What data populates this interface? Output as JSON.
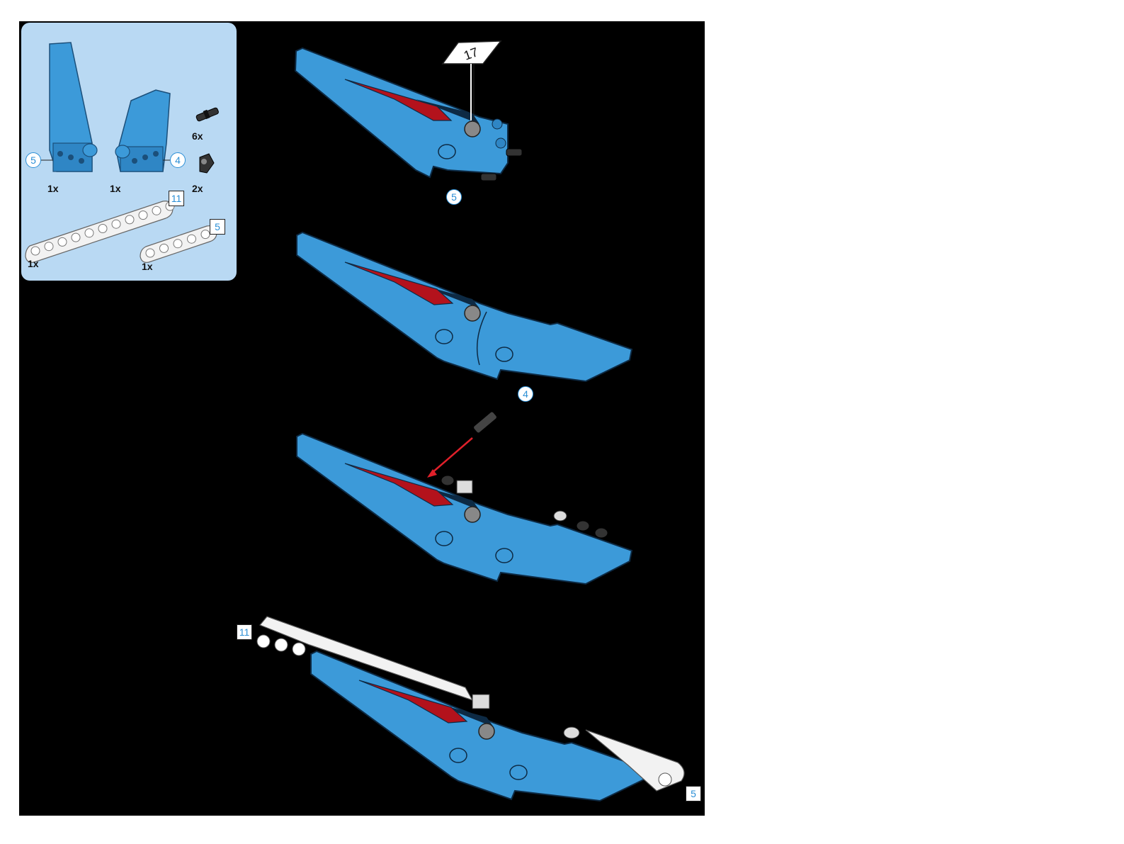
{
  "colors": {
    "page_background": "#000000",
    "parts_box": "#b9d9f3",
    "panel_blue": "#3c9ad9",
    "panel_red": "#b3121c",
    "beam_white": "#f2f2f2",
    "label_blue": "#2b8fd6",
    "arrow_red": "#e0202a"
  },
  "parts_list": {
    "items": [
      {
        "name": "panel-left",
        "size_label": "5",
        "qty": "1x"
      },
      {
        "name": "panel-right",
        "size_label": "4",
        "qty": "1x"
      },
      {
        "name": "pin-black",
        "qty": "6x"
      },
      {
        "name": "angle-connector",
        "qty": "2x"
      },
      {
        "name": "beam-long",
        "size_label": "11",
        "qty": "1x"
      },
      {
        "name": "beam-short",
        "size_label": "5",
        "qty": "1x"
      }
    ]
  },
  "steps": {
    "step1": {
      "callout_number": "17",
      "part_label": "5"
    },
    "step2": {
      "part_label": "4"
    },
    "step4": {
      "beam_label_left": "11",
      "beam_label_right": "5"
    }
  }
}
